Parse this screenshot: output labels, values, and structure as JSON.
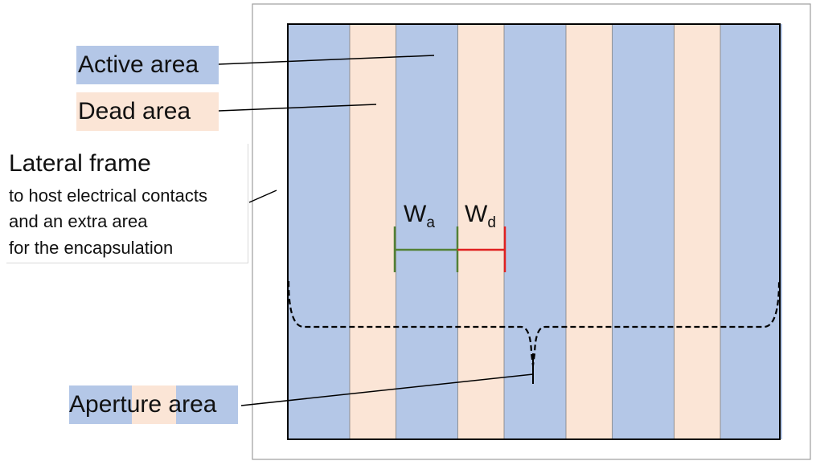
{
  "labels": {
    "active": "Active area",
    "dead": "Dead area",
    "frame_title": "Lateral frame",
    "frame_line1": "to host electrical contacts",
    "frame_line2": "and an extra area",
    "frame_line3": "for the encapsulation",
    "aperture_part1": "Aperture",
    "aperture_part2": " area",
    "wa_main": "W",
    "wa_sub": "a",
    "wd_main": "W",
    "wd_sub": "d"
  },
  "colors": {
    "active": "#b4c7e7",
    "dead": "#fbe5d6",
    "wa_marker": "#538135",
    "wd_marker": "#e02020",
    "outline": "#000000"
  },
  "stripes": [
    "active",
    "dead",
    "active",
    "dead",
    "active",
    "dead",
    "active",
    "dead",
    "active"
  ]
}
